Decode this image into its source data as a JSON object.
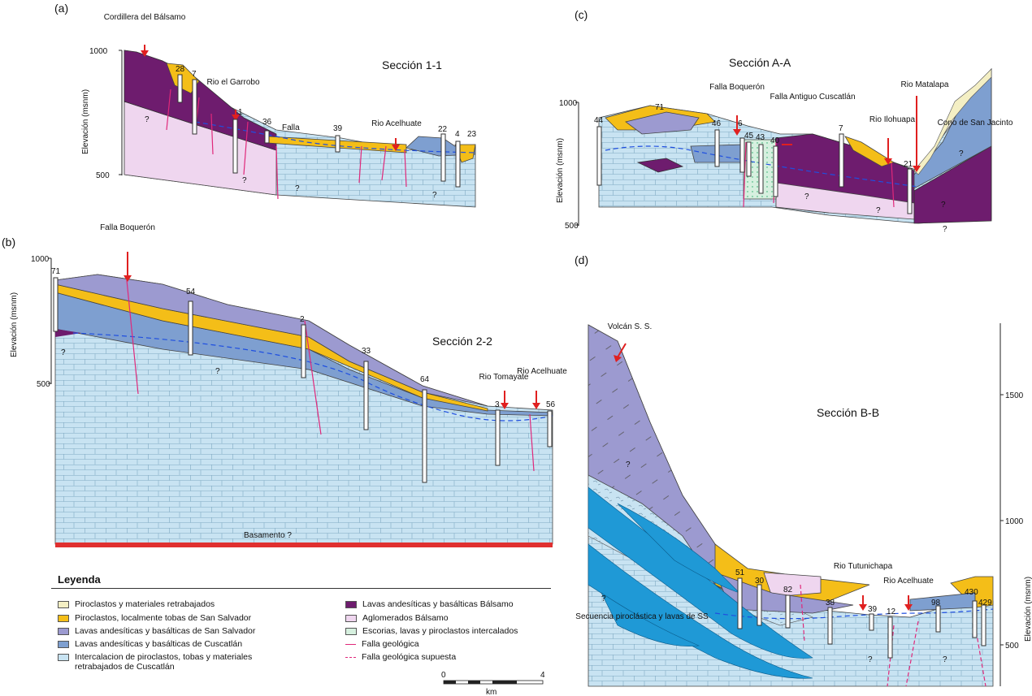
{
  "panels": {
    "a": {
      "tag": "(a)",
      "title": "Sección 1-1",
      "yaxis": "Elevación (msnm)",
      "ticks": [
        "1000",
        "500"
      ],
      "labels": {
        "cordillera": "Cordillera del Bálsamo",
        "garrobo": "Rio el Garrobo",
        "falla": "Falla",
        "acelhuate": "Rio Acelhuate"
      },
      "wells": [
        "28",
        "7",
        "1",
        "36",
        "39",
        "22",
        "4",
        "23"
      ]
    },
    "b": {
      "tag": "(b)",
      "title": "Sección 2-2",
      "yaxis": "Elevación (msnm)",
      "ticks": [
        "1000",
        "500"
      ],
      "labels": {
        "falla": "Falla Boquerón",
        "tomayate": "Rio Tomayate",
        "acelhuate": "Rio Acelhuate",
        "basamento": "Basamento ?"
      },
      "wells": [
        "71",
        "54",
        "2",
        "33",
        "64",
        "3",
        "56"
      ]
    },
    "c": {
      "tag": "(c)",
      "title": "Sección A-A",
      "yaxis": "Elevación (msnm)",
      "ticks": [
        "1000",
        "500"
      ],
      "labels": {
        "boqueron": "Falla Boquerón",
        "antiguo": "Falla Antiguo Cuscatlán",
        "ilohuapa": "Rio Ilohuapa",
        "matalapa": "Rio Matalapa",
        "cono": "Cono de San Jacinto"
      },
      "wells": [
        "44",
        "71",
        "46",
        "6",
        "45",
        "43",
        "40",
        "7",
        "21"
      ]
    },
    "d": {
      "tag": "(d)",
      "title": "Sección B-B",
      "yaxis": "Elevación (msnm)",
      "ticks": [
        "1500",
        "1000",
        "500"
      ],
      "labels": {
        "volcan": "Volcán S. S.",
        "tutunichapa": "Rio Tutunichapa",
        "acelhuate": "Rio Acelhuate",
        "secuencia": "Secuencia piroclástica y lavas de SS"
      },
      "wells": [
        "51",
        "30",
        "82",
        "38",
        "39",
        "12",
        "98",
        "430",
        "429"
      ]
    }
  },
  "legend": {
    "title": "Leyenda",
    "left": [
      {
        "text": "Piroclastos y materiales retrabajados",
        "color": "#f4efc4"
      },
      {
        "text": "Piroclastos, localmente tobas de San Salvador",
        "color": "#f4be18"
      },
      {
        "text": "Lavas andesíticas y basálticas de San Salvador",
        "color": "#9c9ad0"
      },
      {
        "text": "Lavas andesíticas y basálticas de Cuscatlán",
        "color": "#7e9fd0"
      },
      {
        "text": "Intercalacion de piroclastos, tobas y materiales retrabajados de Cuscatlán",
        "color": "#c8e3f2"
      }
    ],
    "right": [
      {
        "text": "Lavas andesíticas y basálticas Bálsamo",
        "color": "#6e1c6e"
      },
      {
        "text": "Aglomerados Bálsamo",
        "color": "#efd6ef"
      },
      {
        "text": "Escorias, lavas y piroclastos intercalados",
        "color": "#d6f0df"
      },
      {
        "text": "Falla geológica",
        "color": "#e0287a"
      },
      {
        "text": "Falla geológica supuesta",
        "color": "#e0287a"
      }
    ]
  },
  "scale": {
    "zero": "0",
    "four": "4",
    "unit": "km"
  }
}
